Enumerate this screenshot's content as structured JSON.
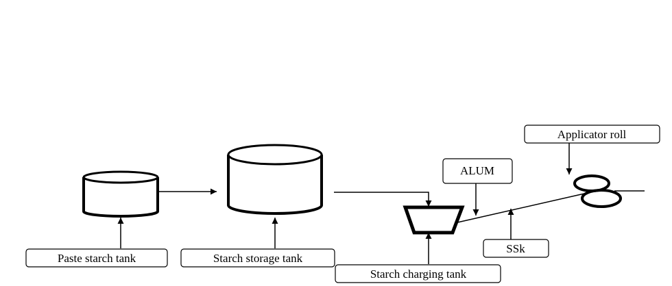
{
  "diagram": {
    "labels": {
      "paste_starch_tank": "Paste starch tank",
      "starch_storage_tank": "Starch storage tank",
      "starch_charging_tank": "Starch charging tank",
      "alum": "ALUM",
      "ssk": "SSk",
      "applicator_roll": "Applicator roll"
    },
    "colors": {
      "stroke": "#000000",
      "background": "#ffffff"
    }
  }
}
